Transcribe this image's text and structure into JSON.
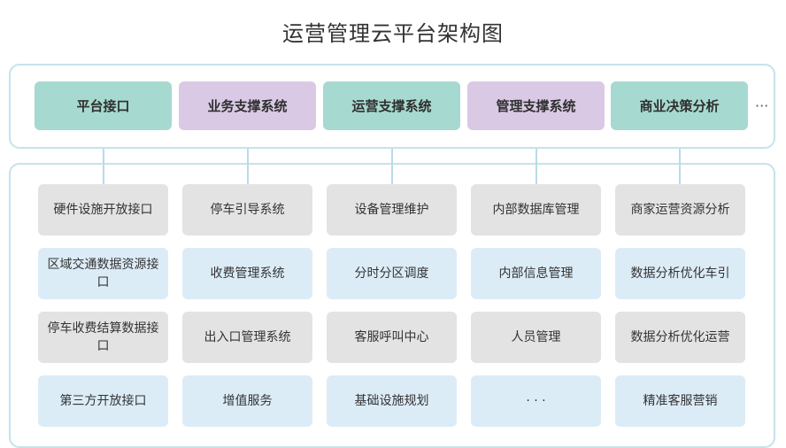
{
  "title": "运营管理云平台架构图",
  "modules": [
    "平台接口",
    "业务支撑系统",
    "运营支撑系统",
    "管理支撑系统",
    "商业决策分析"
  ],
  "more": "···",
  "columns": [
    [
      "硬件设施开放接口",
      "区域交通数据资源接口",
      "停车收费结算数据接口",
      "第三方开放接口"
    ],
    [
      "停车引导系统",
      "收费管理系统",
      "出入口管理系统",
      "增值服务"
    ],
    [
      "设备管理维护",
      "分时分区调度",
      "客服呼叫中心",
      "基础设施规划"
    ],
    [
      "内部数据库管理",
      "内部信息管理",
      "人员管理",
      "· · ·"
    ],
    [
      "商家运营资源分析",
      "数据分析优化车引",
      "数据分析优化运营",
      "精准客服营销"
    ]
  ]
}
